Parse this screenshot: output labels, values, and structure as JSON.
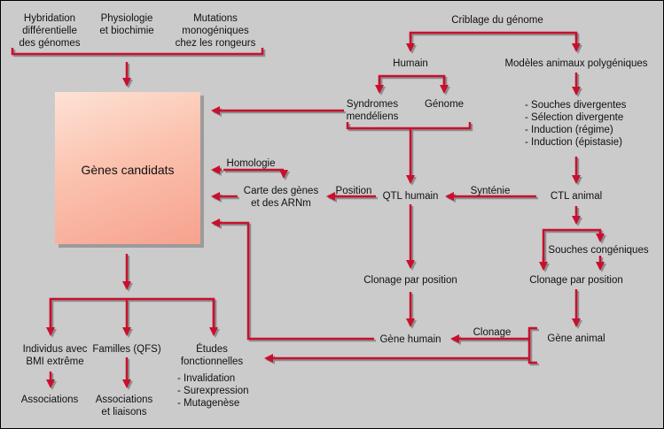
{
  "labels": {
    "hybridation": "Hybridation\ndifférentielle\ndes génomes",
    "physiologie": "Physiologie\net biochimie",
    "mutations": "Mutations\nmonogéniques\nchez les rongeurs",
    "criblage": "Criblage du génome",
    "humain": "Humain",
    "modeles": "Modèles animaux polygéniques",
    "syndromes": "Syndromes\nmendéliens",
    "genome": "Génome",
    "souches_list": "- Souches divergentes\n- Sélection divergente\n- Induction (régime)\n- Induction (épistasie)",
    "genes_candidats": "Gènes candidats",
    "homologie": "Homologie",
    "carte": "Carte des gènes\net des ARNm",
    "position": "Position",
    "qtl_humain": "QTL humain",
    "synthenie": "Synténie",
    "ctl_animal": "CTL animal",
    "souches_congeniques": "Souches congéniques",
    "clonage_pos_h": "Clonage par position",
    "clonage_pos_a": "Clonage par position",
    "clonage": "Clonage",
    "gene_humain": "Gène humain",
    "gene_animal": "Gène animal",
    "individus": "Individus avec\nBMI extrême",
    "familles": "Familles (QFS)",
    "etudes": "Études\nfonctionnelles",
    "etudes_list": "- Invalidation\n- Surexpression\n- Mutagenèse",
    "associations": "Associations",
    "associations_liaisons": "Associations\net liaisons"
  },
  "colors": {
    "background": "#cbcbcb",
    "connector": "#c8102e",
    "shadow": "#8e8e8e"
  }
}
